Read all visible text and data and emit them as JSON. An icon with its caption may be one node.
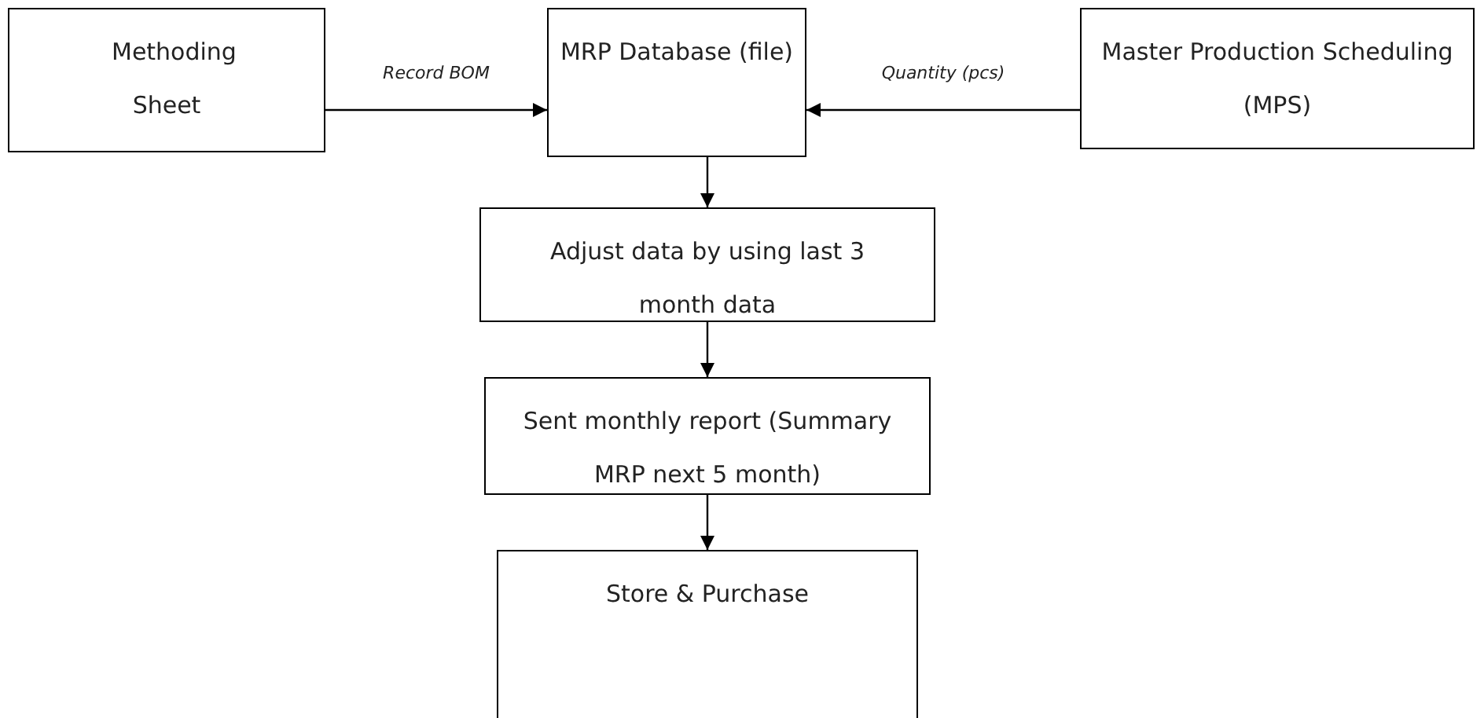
{
  "diagram": {
    "nodes": [
      {
        "text": [
          "Methoding Sheet"
        ]
      },
      {
        "text": [
          "MRP Database (file)"
        ]
      },
      {
        "text": [
          "Master Production Scheduling (MPS)"
        ]
      },
      {
        "text": [
          "Adjust data by using last 3 month data"
        ]
      },
      {
        "text": [
          "Sent monthly report (Summary MRP next 5 month)"
        ]
      },
      {
        "text": [
          "Store & Purchase"
        ]
      }
    ],
    "edges": [
      {
        "from": 0,
        "to": 1,
        "arrow": "to",
        "label": "Record BOM"
      },
      {
        "from": 2,
        "to": 1,
        "arrow": "to",
        "label": "Quantity (pcs)"
      },
      {
        "from": 1,
        "to": 3,
        "arrow": "to"
      },
      {
        "from": 3,
        "to": 4,
        "arrow": "to"
      },
      {
        "from": 4,
        "to": 5,
        "arrow": "to"
      }
    ]
  }
}
